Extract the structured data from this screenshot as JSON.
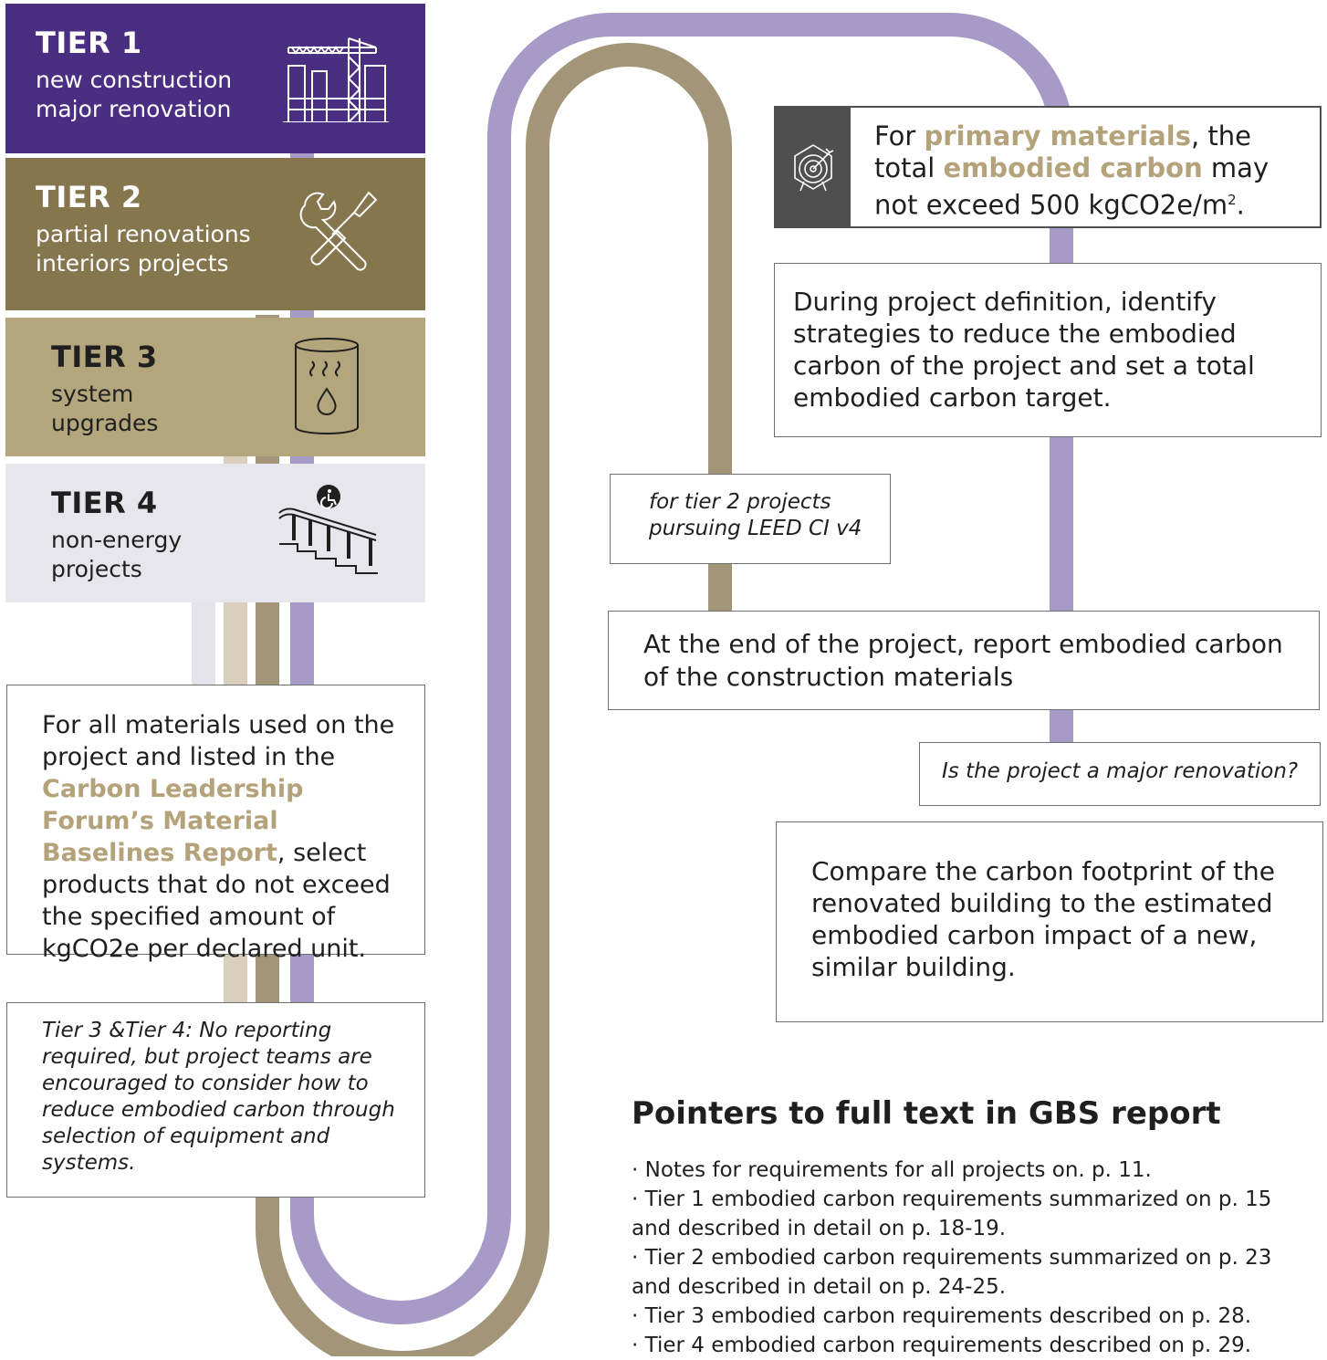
{
  "colors": {
    "tier1": "#4a2e82",
    "tier2": "#85764e",
    "tier3": "#b3a57c",
    "tier4": "#e7e6ec",
    "path_purple": "#a89ac6",
    "path_olive": "#a39578",
    "path_light": "#d9cfbc",
    "path_lightest": "#e4e2ea",
    "highlight": "#b4a37a",
    "target_box": "#4f4f4f"
  },
  "tiers": [
    {
      "name": "TIER 1",
      "desc": "new construction\nmajor renovation",
      "icon": "crane-icon"
    },
    {
      "name": "TIER 2",
      "desc": "partial renovations\ninteriors projects",
      "icon": "tools-icon"
    },
    {
      "name": "TIER 3",
      "desc": "system\nupgrades",
      "icon": "water-heater-icon"
    },
    {
      "name": "TIER 4",
      "desc": "non-energy\nprojects",
      "icon": "accessible-stairs-icon"
    }
  ],
  "boxes": {
    "materials": {
      "pre": "For all materials used on the project and listed in the ",
      "hl": "Carbon Leadership Forum’s Material Baselines Report",
      "post": ", select products that do not exceed the specified amount of kgCO2e per declared unit."
    },
    "tier34_note": "Tier 3 &Tier 4: No reporting required, but project teams are encouraged to  consider how to reduce embodied carbon through selection of equipment and systems.",
    "target": {
      "icon": "target-icon",
      "p1": "For ",
      "hl1": "primary materials",
      "p2": ", the total ",
      "hl2": "embodied carbon",
      "p3": " may not exceed 500 kgCO2e/m",
      "sup": "2",
      "p4": "."
    },
    "definition": "During project definition, identify strategies to reduce the embodied carbon of the project and set a total embodied carbon target.",
    "tier2_note": "for tier 2 projects\npursuing LEED CI v4",
    "end_report": "At the end of the project, report embodied carbon of the construction materials",
    "major_question": "Is the project a major renovation?",
    "compare": "Compare the carbon footprint of the renovated building to the estimated embodied carbon impact of a new, similar building."
  },
  "pointers": {
    "title": "Pointers to full text in GBS report",
    "items": [
      "· Notes for requirements for all projects on. p. 11.",
      "· Tier 1 embodied carbon requirements summarized on p. 15 and described in detail on p. 18-19.",
      "· Tier 2 embodied carbon requirements summarized on p. 23 and described in detail on p. 24-25.",
      "· Tier 3 embodied carbon requirements described on p. 28.",
      "· Tier 4 embodied carbon requirements described on p. 29."
    ]
  }
}
